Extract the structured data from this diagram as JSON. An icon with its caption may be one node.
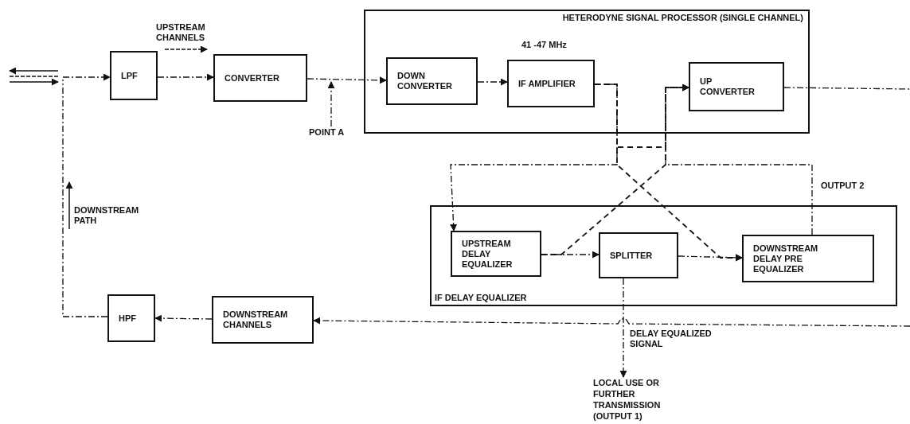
{
  "diagram": {
    "nodes": [
      {
        "text": [
          "LPF"
        ]
      },
      {
        "text": [
          "CONVERTER"
        ]
      },
      {
        "text": [
          "HETERODYNE SIGNAL PROCESSOR (SINGLE CHANNEL)"
        ]
      },
      {
        "text": [
          "DOWN CONVERTER"
        ],
        "in": 2
      },
      {
        "text": [
          "IF AMPLIFIER"
        ],
        "in": 2,
        "beside": [
          "41 -47 MHz"
        ]
      },
      {
        "text": [
          "UP CONVERTER"
        ],
        "in": 2
      },
      {
        "text": [
          "IF DELAY EQUALIZER"
        ]
      },
      {
        "text": [
          "UPSTREAM DELAY EQUALIZER"
        ],
        "in": 6
      },
      {
        "text": [
          "SPLITTER"
        ],
        "in": 6
      },
      {
        "text": [
          "DOWNSTREAM DELAY PRE EQUALIZER"
        ],
        "in": 6
      },
      {
        "text": [
          "HPF"
        ]
      },
      {
        "text": [
          "DOWNSTREAM CHANNELS"
        ]
      },
      {
        "text": [
          "LOCAL USE OR FURTHER TRANSMISSION (OUTPUT 1)"
        ]
      },
      {
        "text": [
          "POINT A"
        ]
      }
    ],
    "edges": [
      {
        "from": null,
        "to": 0,
        "arrow": "to"
      },
      {
        "from": 0,
        "to": 1,
        "arrow": "to"
      },
      {
        "from": 1,
        "to": 3,
        "arrow": "to"
      },
      {
        "from": 3,
        "to": 4,
        "arrow": "to"
      },
      {
        "from": 4,
        "to": 7,
        "arrow": "to"
      },
      {
        "from": 7,
        "to": 8,
        "arrow": "to"
      },
      {
        "from": 8,
        "to": 9,
        "arrow": "to"
      },
      {
        "from": 9,
        "to": 5,
        "arrow": "to",
        "label": "OUTPUT 2"
      },
      {
        "from": 4,
        "to": 9,
        "arrow": "to",
        "style": "dashed"
      },
      {
        "from": 7,
        "to": 5,
        "arrow": "to",
        "style": "dashed"
      },
      {
        "from": 4,
        "to": 5,
        "arrow": "to",
        "style": "dashed"
      },
      {
        "from": 5,
        "to": null,
        "arrow": "none"
      },
      {
        "from": null,
        "to": 11,
        "arrow": "to"
      },
      {
        "from": 11,
        "to": 10,
        "arrow": "to"
      },
      {
        "from": 10,
        "to": null,
        "arrow": "none"
      },
      {
        "from": 8,
        "to": 12,
        "arrow": "to",
        "label": "DELAY EQUALIZED SIGNAL"
      },
      {
        "from": 13,
        "to": null,
        "arrow": "to"
      }
    ],
    "labels": [
      "UPSTREAM CHANNELS",
      "DOWNSTREAM PATH"
    ]
  }
}
